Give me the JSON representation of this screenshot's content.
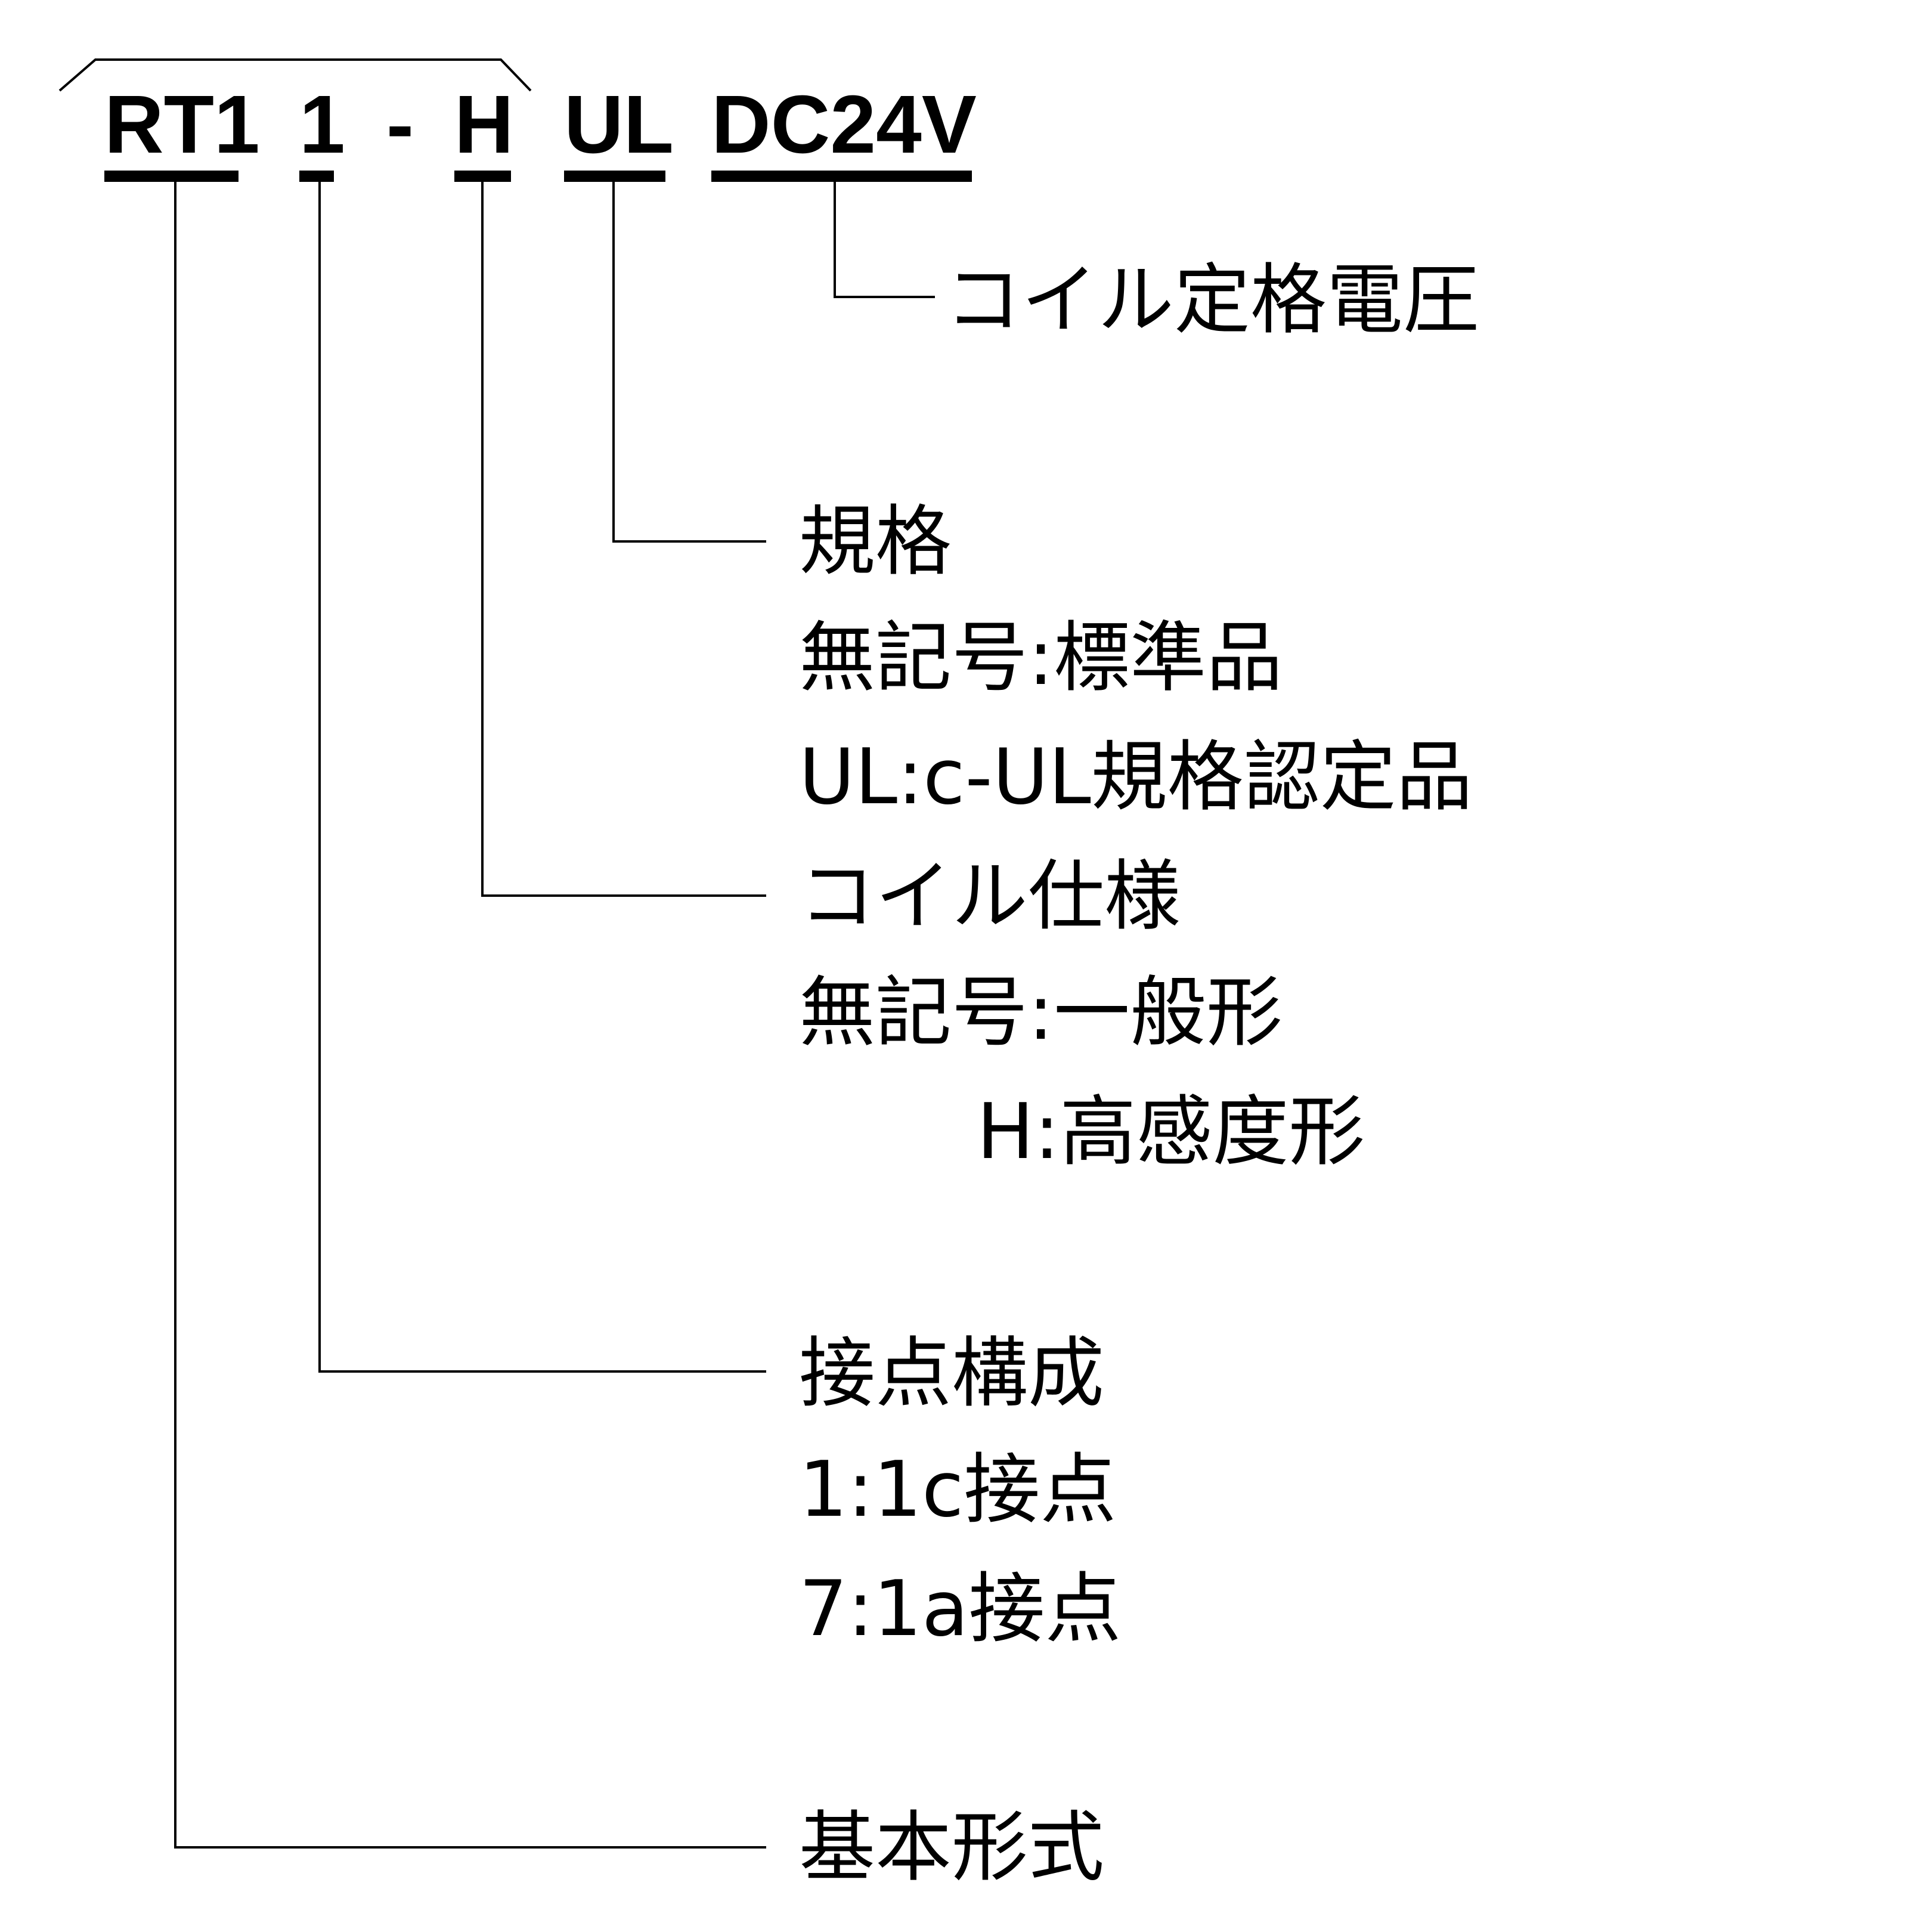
{
  "code_segments": [
    {
      "id": "base",
      "text": "RT1"
    },
    {
      "id": "contact",
      "text": "1"
    },
    {
      "id": "hyphen",
      "text": "-"
    },
    {
      "id": "coil",
      "text": "H"
    },
    {
      "id": "standard",
      "text": "UL"
    },
    {
      "id": "voltage",
      "text": "DC24V"
    }
  ],
  "descriptions": {
    "coil_voltage": {
      "title": "コイル定格電圧"
    },
    "standard": {
      "title": "規格",
      "options": [
        "無記号:標準品",
        "UL:c-UL規格認定品"
      ]
    },
    "coil_spec": {
      "title": "コイル仕様",
      "options": [
        "無記号:一般形",
        "H:高感度形"
      ]
    },
    "contact_config": {
      "title": "接点構成",
      "options": [
        "1:1c接点",
        "7:1a接点"
      ]
    },
    "base_type": {
      "title": "基本形式"
    }
  }
}
